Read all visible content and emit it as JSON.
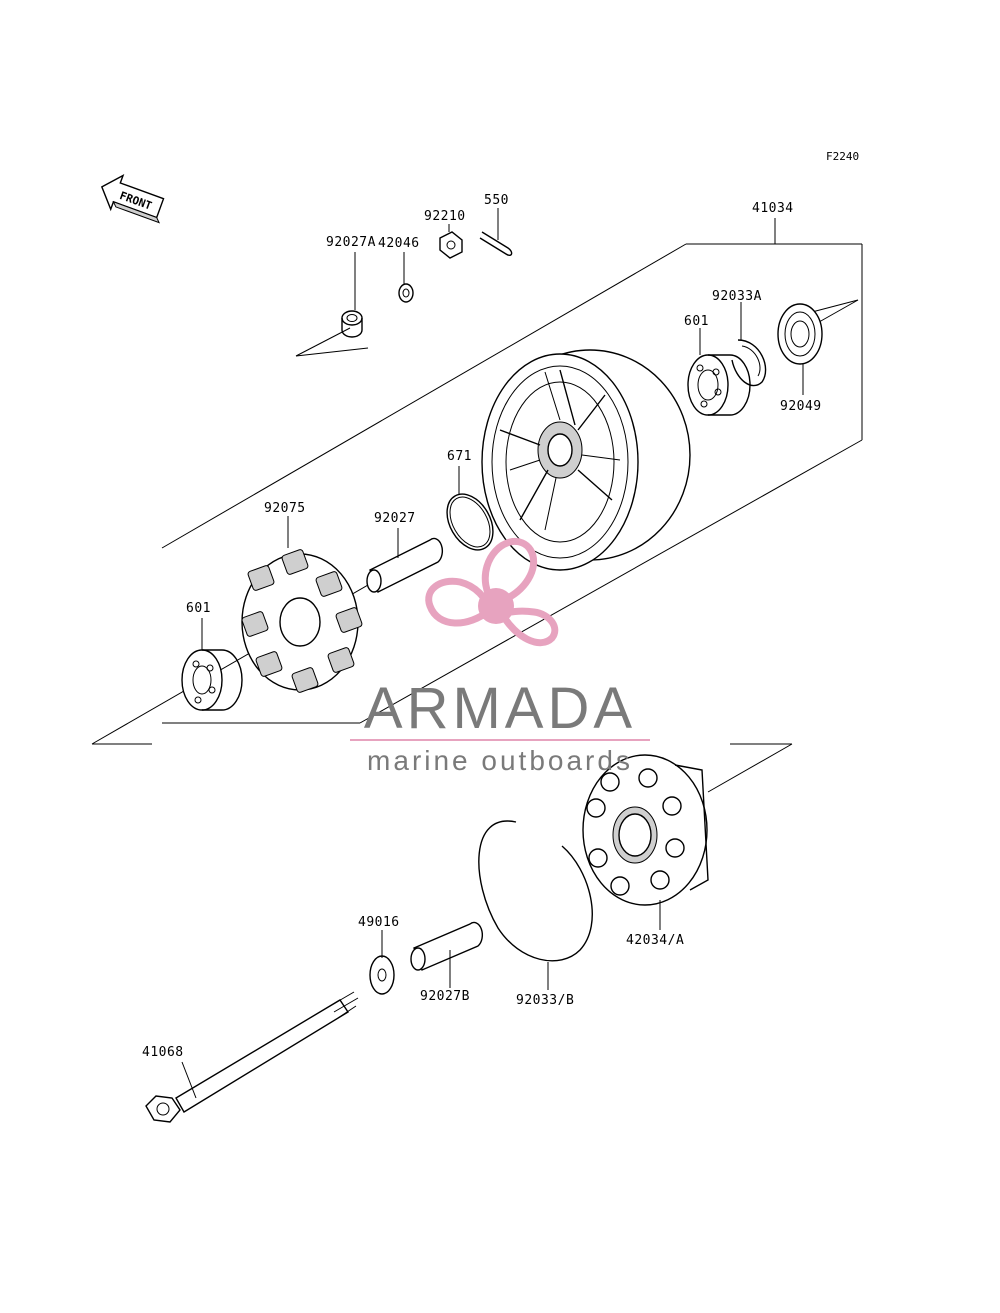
{
  "diagram_code": "F2240",
  "front_label": "FRONT",
  "parts": {
    "p41034": "41034",
    "p550": "550",
    "p92210": "92210",
    "p42046": "42046",
    "p92027A": "92027A",
    "p92033A": "92033A",
    "p601a": "601",
    "p92049": "92049",
    "p671": "671",
    "p92075": "92075",
    "p92027": "92027",
    "p601b": "601",
    "p42034A": "42034/A",
    "p49016": "49016",
    "p92027B": "92027B",
    "p92033B": "92033/B",
    "p41068": "41068"
  },
  "watermark": {
    "brand": "ARMADA",
    "tagline": "marine outboards",
    "brand_color": "#7a7a7a",
    "accent_color": "#e7a3bf"
  }
}
